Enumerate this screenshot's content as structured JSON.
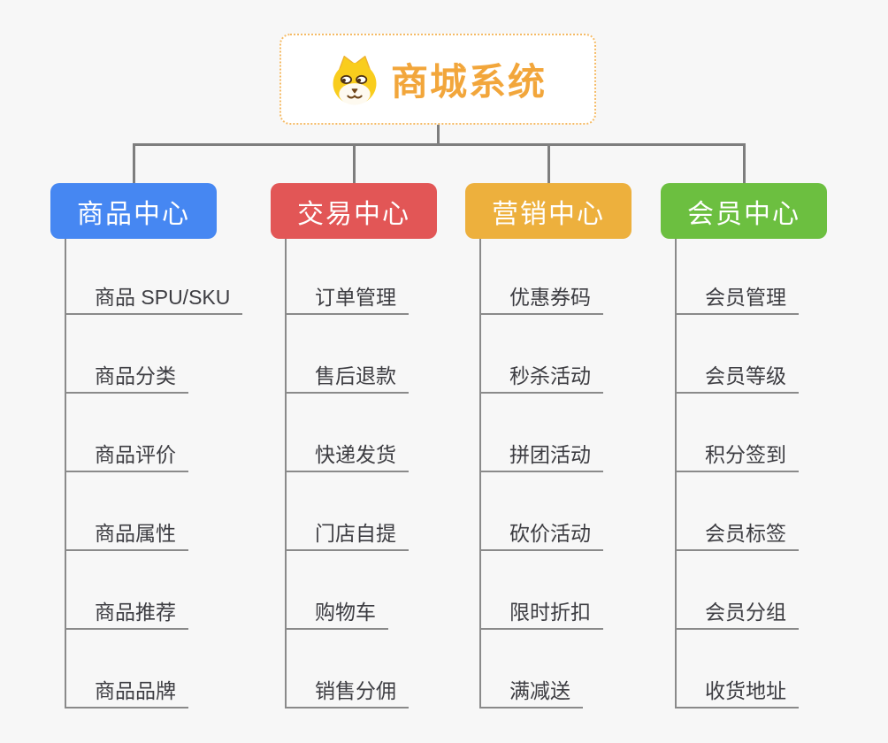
{
  "background_color": "#f7f7f7",
  "connector_color": "#7e7e7e",
  "underline_color": "#8a8a8a",
  "root": {
    "label": "商城系统",
    "icon": "dog-icon",
    "text_color": "#f2a63b",
    "border_color": "#f5bb66"
  },
  "branches": [
    {
      "id": "product-center",
      "label": "商品中心",
      "color": "#4687f2",
      "items": [
        "商品 SPU/SKU",
        "商品分类",
        "商品评价",
        "商品属性",
        "商品推荐",
        "商品品牌"
      ]
    },
    {
      "id": "trade-center",
      "label": "交易中心",
      "color": "#e25656",
      "items": [
        "订单管理",
        "售后退款",
        "快递发货",
        "门店自提",
        "购物车",
        "销售分佣"
      ]
    },
    {
      "id": "marketing-center",
      "label": "营销中心",
      "color": "#edb03d",
      "items": [
        "优惠券码",
        "秒杀活动",
        "拼团活动",
        "砍价活动",
        "限时折扣",
        "满减送"
      ]
    },
    {
      "id": "member-center",
      "label": "会员中心",
      "color": "#6cbf40",
      "items": [
        "会员管理",
        "会员等级",
        "积分签到",
        "会员标签",
        "会员分组",
        "收货地址"
      ]
    }
  ]
}
